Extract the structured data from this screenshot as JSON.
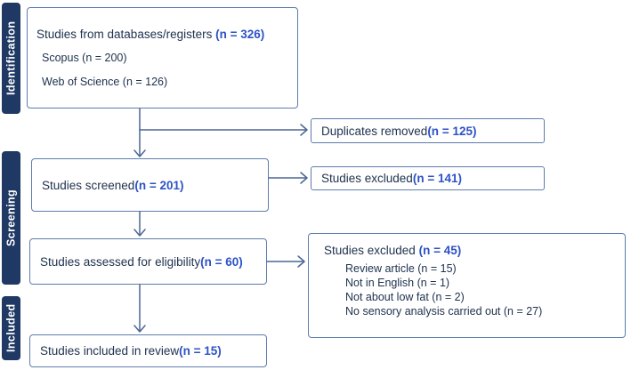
{
  "colors": {
    "sidebar-navy": "#1f3864",
    "text-navy": "#20334f",
    "n-blue": "#2d52c7",
    "box-border": "#5d7cac",
    "arrow": "#4a6693"
  },
  "sidebar": {
    "identification": "Identification",
    "screening": "Screening",
    "included": "Included"
  },
  "boxes": {
    "databases": {
      "label": "Studies from databases/registers ",
      "n": "(n = 326)",
      "sources": [
        "Scopus (n = 200)",
        "Web of Science (n = 126)"
      ]
    },
    "duplicates": {
      "label": "Duplicates removed ",
      "n": "(n = 125)"
    },
    "screened": {
      "label": "Studies screened ",
      "n": "(n = 201)"
    },
    "excluded_screening": {
      "label": "Studies excluded ",
      "n": "(n = 141)"
    },
    "assessed": {
      "label": "Studies assessed for eligibility ",
      "n": "(n = 60)"
    },
    "excluded_eligibility": {
      "label": "Studies excluded ",
      "n": "(n = 45)",
      "reasons": [
        "Review article (n = 15)",
        "Not in English (n = 1)",
        "Not about low fat (n = 2)",
        "No sensory analysis carried out (n = 27)"
      ]
    },
    "included": {
      "label": "Studies included in review ",
      "n": "(n = 15)"
    }
  }
}
